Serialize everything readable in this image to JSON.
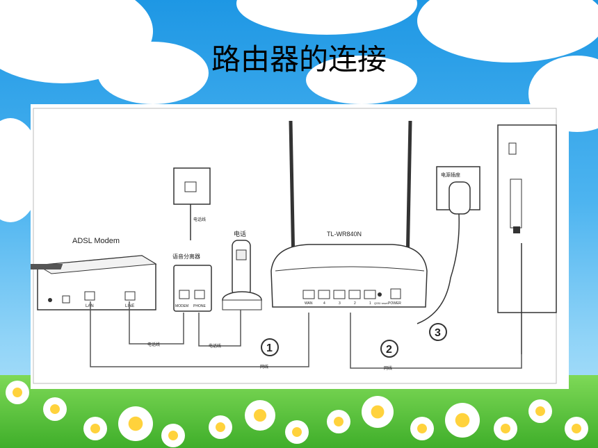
{
  "slide": {
    "title": "路由器的连接"
  },
  "diagram": {
    "adsl_label": "ADSL Modem",
    "adsl_lan": "LAN",
    "adsl_line": "LINE",
    "wall_jack_label": "电话线",
    "splitter_label": "语音分离器",
    "splitter_modem": "MODEM",
    "splitter_phone": "PHONE",
    "phone_label": "电话",
    "router_label": "TL-WR840N",
    "router_wan": "WAN",
    "router_ports": [
      "4",
      "3",
      "2",
      "1"
    ],
    "router_reset": "QSS/\nreset",
    "router_power": "POWER",
    "power_outlet_label": "电源插座",
    "cable_phone_1": "电话线",
    "cable_phone_2": "电话线",
    "cable_net_1": "网线",
    "cable_net_2": "网线",
    "step_1": "1",
    "step_2": "2",
    "step_3": "3"
  }
}
